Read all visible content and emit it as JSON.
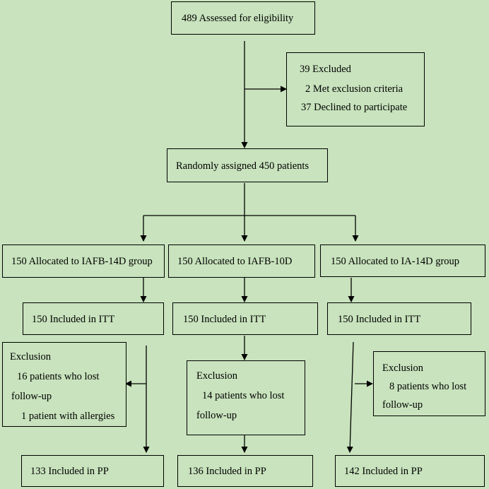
{
  "assessed": "489 Assessed for eligibility",
  "excluded": {
    "title": "39 Excluded",
    "line1": "2 Met exclusion criteria",
    "line2": "37 Declined to participate"
  },
  "randomized": "Randomly assigned 450 patients",
  "groups": [
    {
      "allocated": "150 Allocated to IAFB-14D group",
      "itt": "150 Included in ITT",
      "exclusion": [
        "Exclusion",
        "16 patients who lost",
        "follow-up",
        "1 patient with allergies"
      ],
      "pp": "133 Included in PP"
    },
    {
      "allocated": "150 Allocated to IAFB-10D",
      "itt": "150 Included in ITT",
      "exclusion": [
        "Exclusion",
        "14 patients who lost",
        "follow-up"
      ],
      "pp": "136 Included in PP"
    },
    {
      "allocated": "150 Allocated to IA-14D group",
      "itt": "150 Included in ITT",
      "exclusion": [
        "Exclusion",
        "8 patients who lost",
        "follow-up"
      ],
      "pp": "142 Included in PP"
    }
  ]
}
